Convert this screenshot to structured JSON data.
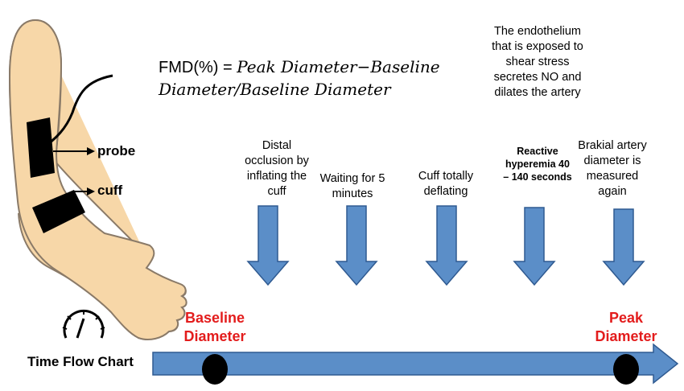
{
  "formula": {
    "prefix": "FMD(%) = ",
    "expression": "Peak Diameter−Baseline Diameter/Baseline Diameter"
  },
  "arm_labels": {
    "probe": "probe",
    "cuff": "cuff"
  },
  "steps": [
    {
      "text": "Distal occlusion by inflating the cuff"
    },
    {
      "text": "Waiting for 5 minutes"
    },
    {
      "text": "Cuff totally deflating"
    },
    {
      "text": "The endothelium that is exposed to shear stress secretes NO and dilates the artery",
      "bold_note": "Reactive hyperemia 40 – 140 seconds"
    },
    {
      "text": "Brakial artery diameter is measured again"
    }
  ],
  "timeline": {
    "title": "Time Flow Chart",
    "start_label": "Baseline Diameter",
    "end_label": "Peak Diameter"
  },
  "colors": {
    "skin": "#f7d7a8",
    "skin_outline": "#8a7a68",
    "arrow_fill": "#5b8ec8",
    "arrow_stroke": "#2f5a91",
    "accent_red": "#e31c1c",
    "band": "#000000"
  }
}
